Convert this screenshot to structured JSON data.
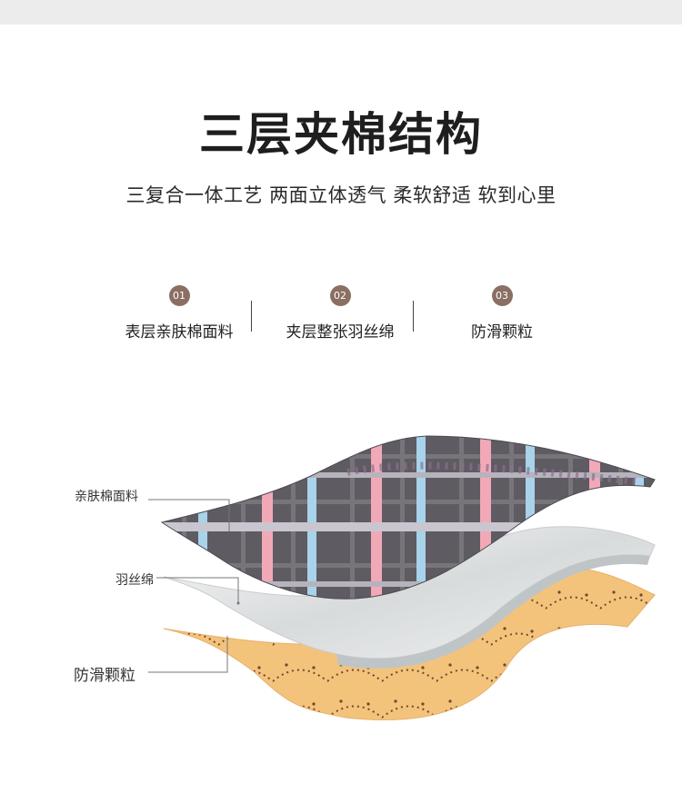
{
  "title": "三层夹棉结构",
  "subtitle": "三复合一体工艺 两面立体透气 柔软舒适 软到心里",
  "features": [
    {
      "num": "01",
      "label": "表层亲肤棉面料"
    },
    {
      "num": "02",
      "label": "夹层整张羽丝绵"
    },
    {
      "num": "03",
      "label": "防滑颗粒"
    }
  ],
  "callouts": [
    {
      "label": "亲肤棉面料"
    },
    {
      "label": "羽丝绵"
    },
    {
      "label": "防滑颗粒"
    }
  ],
  "colors": {
    "badge": "#8a6f62",
    "fabric_gray": "#5e5b62",
    "stripe_pink": "#f1a9b8",
    "stripe_blue": "#a8d3ea",
    "padding_white": "#e6e8e8",
    "antislip_orange": "#f3c37c"
  }
}
